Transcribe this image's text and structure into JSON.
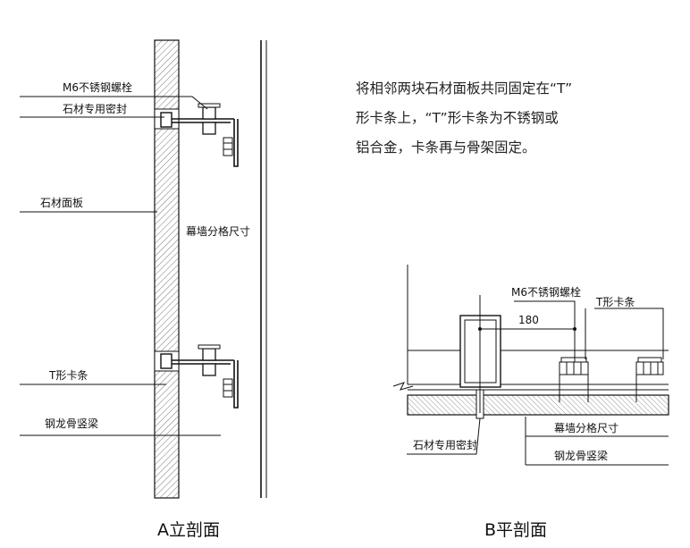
{
  "description_lines": [
    "将相邻两块石材面板共同固定在“T”",
    "形卡条上，“T”形卡条为不锈钢或",
    "铝合金，卡条再与骨架固定。"
  ],
  "section_a": {
    "caption": "A立剖面",
    "labels": {
      "bolt": "M6不锈钢螺栓",
      "seal": "石材专用密封",
      "panel": "石材面板",
      "grid_size": "幕墙分格尺寸",
      "t_clip": "T形卡条",
      "steel_beam": "钢龙骨竖梁"
    }
  },
  "section_b": {
    "caption": "B平剖面",
    "labels": {
      "bolt": "M6不锈钢螺栓",
      "t_clip": "T形卡条",
      "dimension": "180",
      "grid_size": "幕墙分格尺寸",
      "seal": "石材专用密封",
      "steel_beam": "钢龙骨竖梁"
    }
  }
}
